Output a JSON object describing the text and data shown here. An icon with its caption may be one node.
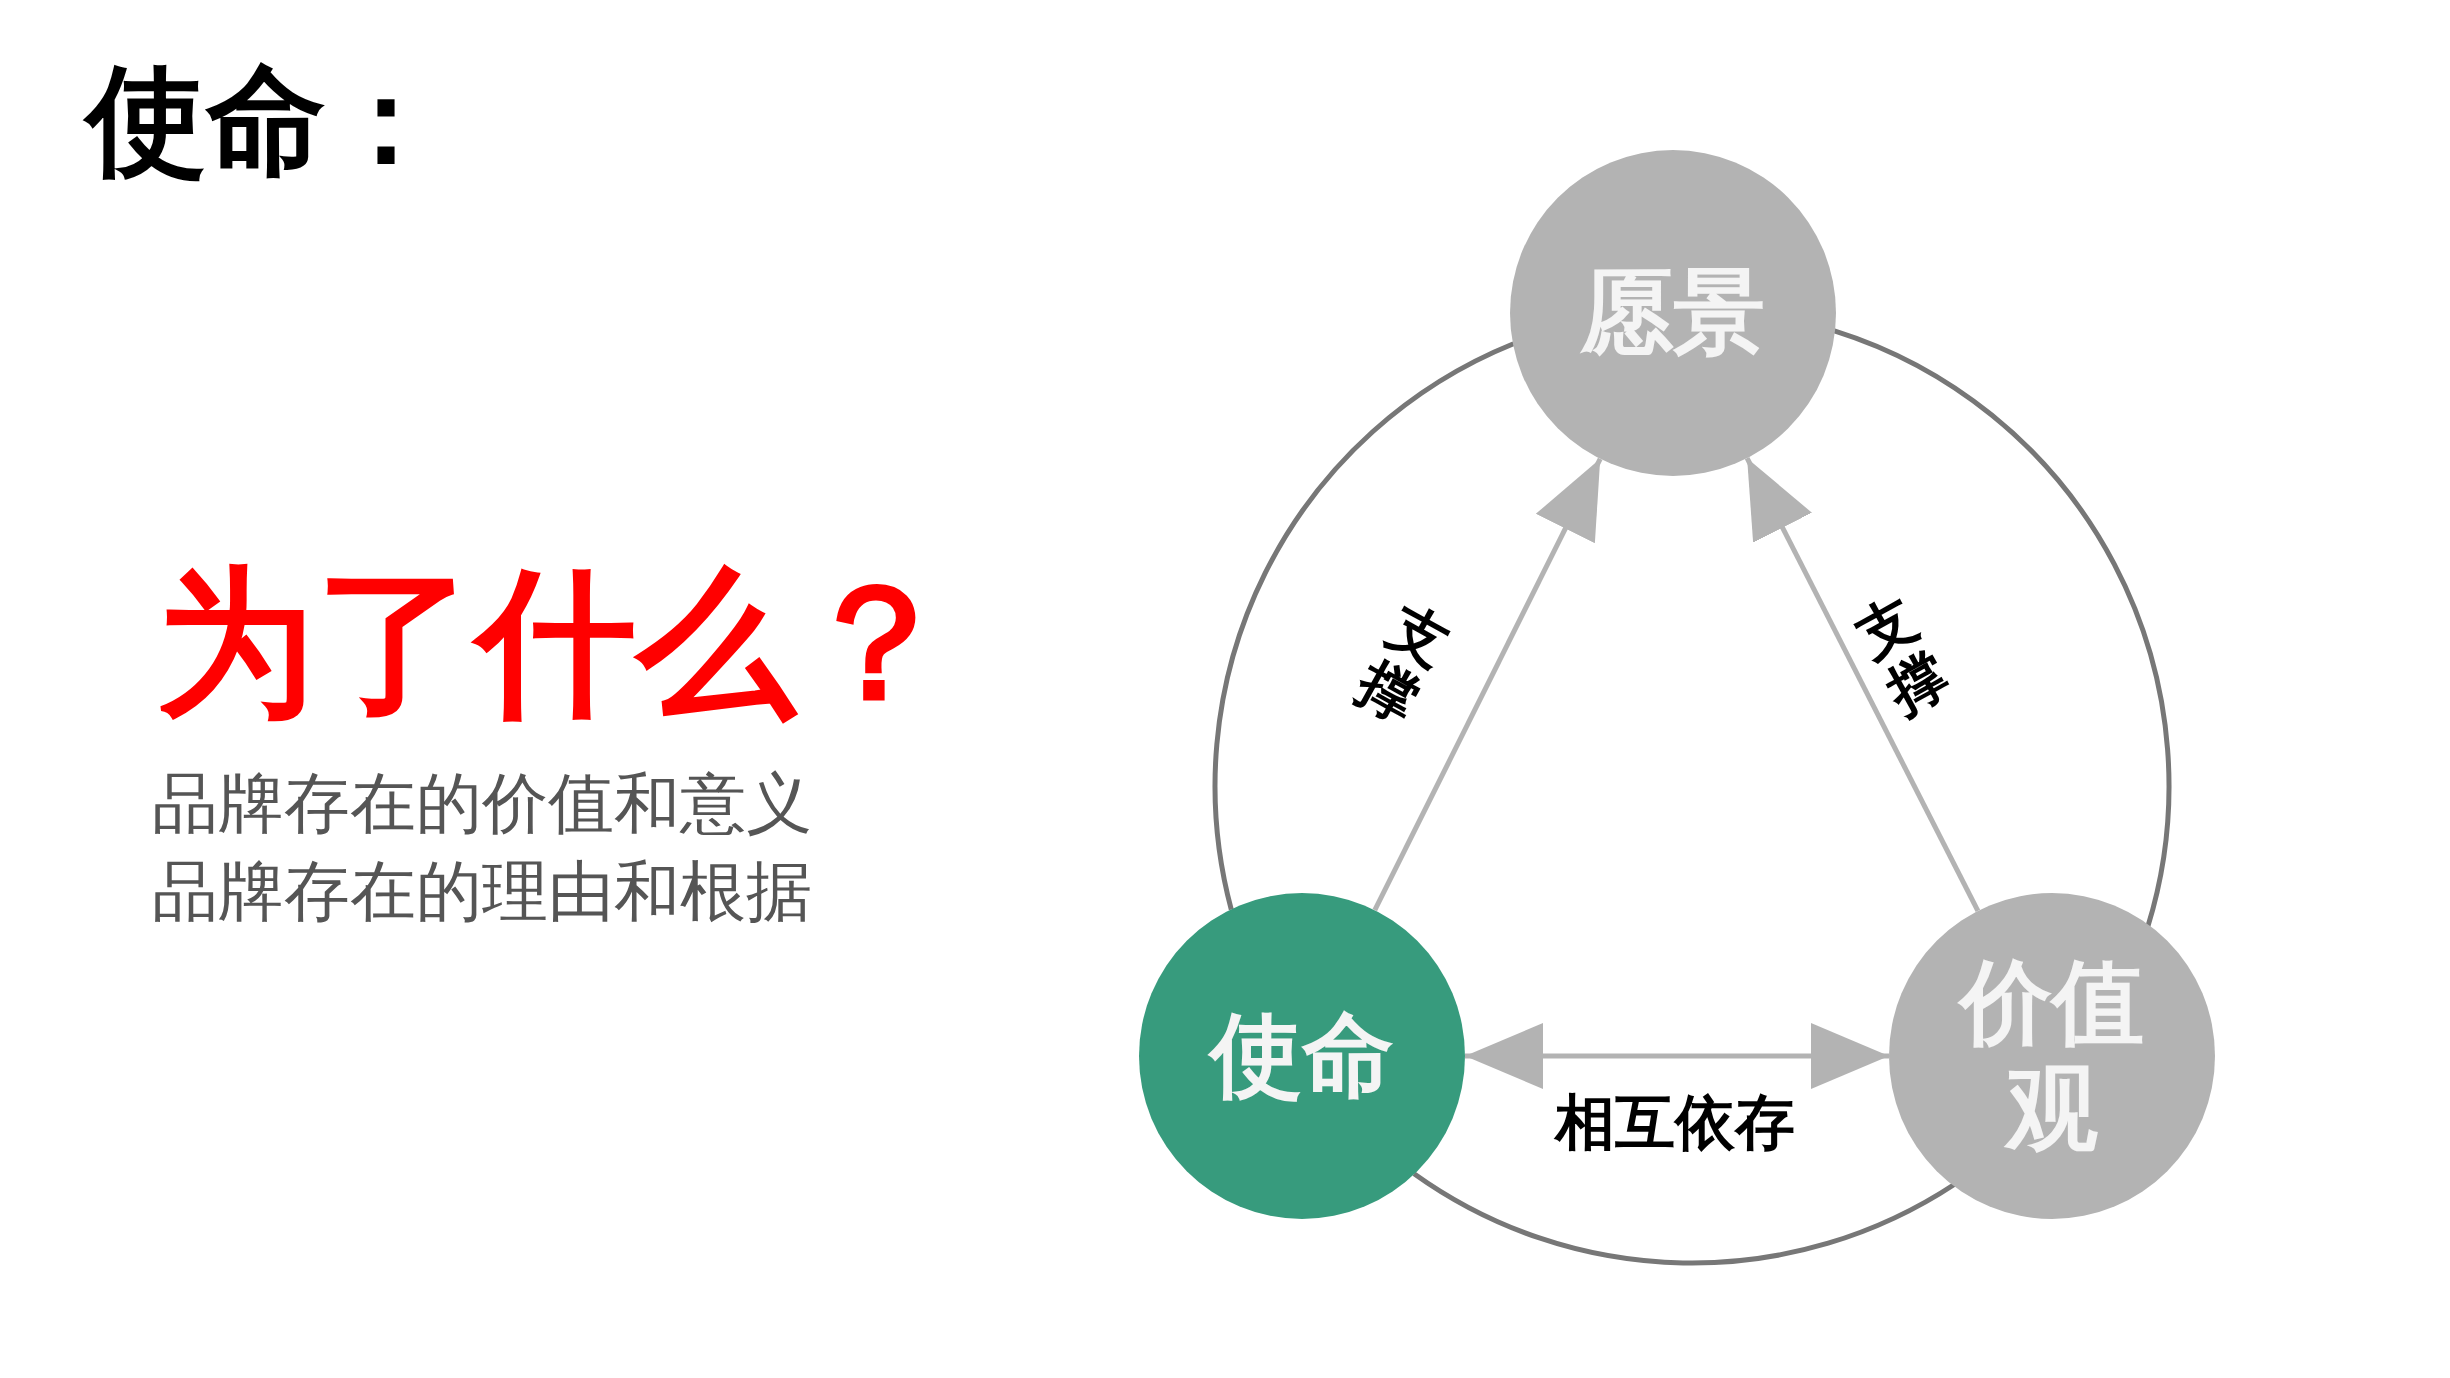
{
  "diagram": {
    "title": "使命：",
    "nodes": [
      {
        "text": [
          "愿景"
        ]
      },
      {
        "text": [
          "使命"
        ]
      },
      {
        "text": [
          "价值观"
        ]
      }
    ],
    "edges": [
      {
        "from": 1,
        "to": 0,
        "arrow": "to",
        "label": "支撑"
      },
      {
        "from": 2,
        "to": 0,
        "arrow": "to",
        "label": "支撑"
      },
      {
        "from": 1,
        "to": 2,
        "arrow": "both",
        "label": "相互依存"
      },
      {
        "from": 0,
        "to": 2,
        "arrow": "none",
        "color": "#777777"
      },
      {
        "from": 2,
        "to": 1,
        "arrow": "none",
        "color": "#777777"
      },
      {
        "from": 1,
        "to": 0,
        "arrow": "none",
        "color": "#777777"
      }
    ],
    "labels": [
      "为了什么？",
      "品牌存在的价值和意义",
      "品牌存在的理由和根据"
    ]
  }
}
